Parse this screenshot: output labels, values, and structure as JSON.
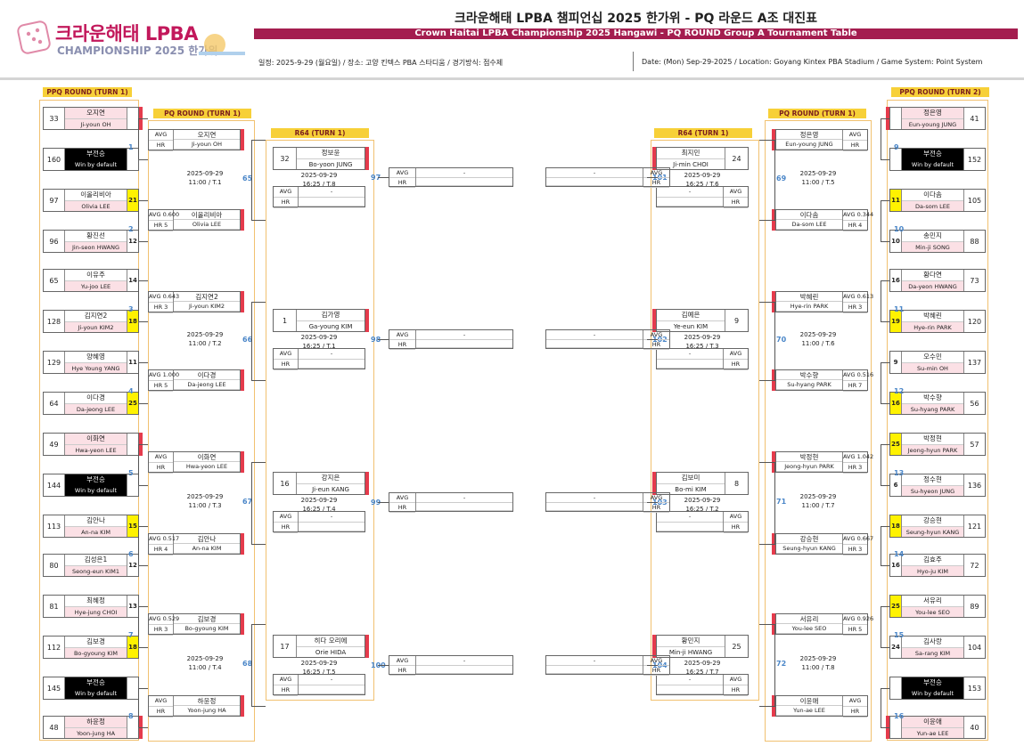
{
  "header": {
    "logo_ko": "크라운해태 LPBA",
    "logo_en": "CHAMPIONSHIP 2025 한가위",
    "title": "크라운해태 LPBA 챔피언십 2025 한가위 - PQ 라운드 A조 대진표",
    "subtitle": "Crown Haitai LPBA Championship 2025 Hangawi - PQ ROUND Group A Tournament Table",
    "info_ko": "일정: 2025-9-29 (월요일) / 장소: 고양 킨텍스 PBA 스타디움 / 경기방식: 점수제",
    "info_en": "Date: (Mon) Sep-29-2025 / Location: Goyang Kintex PBA Stadium / Game System: Point System"
  },
  "labels": {
    "ppq1": "PPQ ROUND (TURN 1)",
    "ppq2": "PPQ ROUND (TURN 2)",
    "pq": "PQ ROUND (TURN 1)",
    "r64": "R64 (TURN 1)",
    "avg": "AVG",
    "hr": "HR",
    "dash": "-"
  },
  "left": {
    "ppq": [
      {
        "seed": "33",
        "ko": "오지연",
        "en": "Ji-youn OH",
        "score": "",
        "style": "top"
      },
      {
        "seed": "160",
        "ko": "부전승",
        "en": "Win by default",
        "score": "",
        "style": "bye"
      },
      {
        "seed": "97",
        "ko": "이올리비아",
        "en": "Olivia LEE",
        "score": "21",
        "style": "win"
      },
      {
        "seed": "96",
        "ko": "황진선",
        "en": "Jin-seon HWANG",
        "score": "12",
        "style": ""
      },
      {
        "seed": "65",
        "ko": "이유주",
        "en": "Yu-joo LEE",
        "score": "14",
        "style": ""
      },
      {
        "seed": "128",
        "ko": "김지연2",
        "en": "Ji-youn KIM2",
        "score": "18",
        "style": "win"
      },
      {
        "seed": "129",
        "ko": "양혜영",
        "en": "Hye Young YANG",
        "score": "11",
        "style": ""
      },
      {
        "seed": "64",
        "ko": "이다경",
        "en": "Da-jeong LEE",
        "score": "25",
        "style": "win"
      },
      {
        "seed": "49",
        "ko": "이화연",
        "en": "Hwa-yeon LEE",
        "score": "",
        "style": "top"
      },
      {
        "seed": "144",
        "ko": "부전승",
        "en": "Win by default",
        "score": "",
        "style": "bye"
      },
      {
        "seed": "113",
        "ko": "김안나",
        "en": "An-na KIM",
        "score": "15",
        "style": "win"
      },
      {
        "seed": "80",
        "ko": "김성은1",
        "en": "Seong-eun KIM1",
        "score": "12",
        "style": ""
      },
      {
        "seed": "81",
        "ko": "최혜정",
        "en": "Hye-jung CHOI",
        "score": "13",
        "style": ""
      },
      {
        "seed": "112",
        "ko": "김보경",
        "en": "Bo-gyoung KIM",
        "score": "18",
        "style": "win"
      },
      {
        "seed": "145",
        "ko": "부전승",
        "en": "Win by default",
        "score": "",
        "style": "bye"
      },
      {
        "seed": "48",
        "ko": "하윤정",
        "en": "Yoon-jung HA",
        "score": "",
        "style": "top"
      }
    ],
    "ppq_nums": [
      "1",
      "2",
      "3",
      "4",
      "5",
      "6",
      "7",
      "8"
    ],
    "pq": [
      {
        "avg": "AVG",
        "hr": "HR",
        "ko": "오지연",
        "en": "Ji-youn OH"
      },
      {
        "avg": "AVG 0.600",
        "hr": "HR 5",
        "ko": "이올리비아",
        "en": "Olivia LEE"
      },
      {
        "avg": "AVG 0.643",
        "hr": "HR 3",
        "ko": "김지연2",
        "en": "Ji-youn KIM2"
      },
      {
        "avg": "AVG 1.000",
        "hr": "HR 5",
        "ko": "이다경",
        "en": "Da-jeong LEE"
      },
      {
        "avg": "AVG",
        "hr": "HR",
        "ko": "이화연",
        "en": "Hwa-yeon LEE"
      },
      {
        "avg": "AVG 0.517",
        "hr": "HR 4",
        "ko": "김안나",
        "en": "An-na KIM"
      },
      {
        "avg": "AVG 0.529",
        "hr": "HR 3",
        "ko": "김보경",
        "en": "Bo-gyoung KIM"
      },
      {
        "avg": "AVG",
        "hr": "HR",
        "ko": "하윤정",
        "en": "Yoon-jung HA"
      }
    ],
    "pq_sched": [
      {
        "num": "65",
        "date": "2025-09-29",
        "time": "11:00 / T.1"
      },
      {
        "num": "66",
        "date": "2025-09-29",
        "time": "11:00 / T.2"
      },
      {
        "num": "67",
        "date": "2025-09-29",
        "time": "11:00 / T.3"
      },
      {
        "num": "68",
        "date": "2025-09-29",
        "time": "11:00 / T.4"
      }
    ],
    "r64": [
      {
        "seed": "32",
        "ko": "정보윤",
        "en": "Bo-yoon JUNG",
        "num": "97",
        "date": "2025-09-29",
        "time": "16:25 / T.8"
      },
      {
        "seed": "1",
        "ko": "김가영",
        "en": "Ga-young KIM",
        "num": "98",
        "date": "2025-09-29",
        "time": "16:25 / T.1"
      },
      {
        "seed": "16",
        "ko": "강지은",
        "en": "Ji-eun KANG",
        "num": "99",
        "date": "2025-09-29",
        "time": "16:25 / T.4"
      },
      {
        "seed": "17",
        "ko": "히다 오리에",
        "en": "Orie HIDA",
        "num": "100",
        "date": "2025-09-29",
        "time": "16:25 / T.5"
      }
    ]
  },
  "right": {
    "ppq": [
      {
        "seed": "41",
        "ko": "정은영",
        "en": "Eun-young JUNG",
        "score": "",
        "style": "top"
      },
      {
        "seed": "152",
        "ko": "부전승",
        "en": "Win by default",
        "score": "",
        "style": "bye"
      },
      {
        "seed": "105",
        "ko": "이다솜",
        "en": "Da-som LEE",
        "score": "11",
        "style": "win"
      },
      {
        "seed": "88",
        "ko": "송민지",
        "en": "Min-ji SONG",
        "score": "10",
        "style": ""
      },
      {
        "seed": "73",
        "ko": "황다연",
        "en": "Da-yeon HWANG",
        "score": "16",
        "style": ""
      },
      {
        "seed": "120",
        "ko": "박혜린",
        "en": "Hye-rin PARK",
        "score": "19",
        "style": "win"
      },
      {
        "seed": "137",
        "ko": "오수민",
        "en": "Su-min OH",
        "score": "9",
        "style": ""
      },
      {
        "seed": "56",
        "ko": "박수향",
        "en": "Su-hyang PARK",
        "score": "16",
        "style": "win"
      },
      {
        "seed": "57",
        "ko": "박정현",
        "en": "Jeong-hyun PARK",
        "score": "25",
        "style": "win"
      },
      {
        "seed": "136",
        "ko": "정수현",
        "en": "Su-hyeon JUNG",
        "score": "6",
        "style": ""
      },
      {
        "seed": "121",
        "ko": "강승현",
        "en": "Seung-hyun KANG",
        "score": "18",
        "style": "win"
      },
      {
        "seed": "72",
        "ko": "김효주",
        "en": "Hyo-ju KIM",
        "score": "16",
        "style": ""
      },
      {
        "seed": "89",
        "ko": "서유리",
        "en": "You-lee SEO",
        "score": "25",
        "style": "win"
      },
      {
        "seed": "104",
        "ko": "김사랑",
        "en": "Sa-rang KIM",
        "score": "24",
        "style": ""
      },
      {
        "seed": "153",
        "ko": "부전승",
        "en": "Win by default",
        "score": "",
        "style": "bye"
      },
      {
        "seed": "40",
        "ko": "이윤애",
        "en": "Yun-ae LEE",
        "score": "",
        "style": "top"
      }
    ],
    "ppq_nums": [
      "9",
      "10",
      "11",
      "12",
      "13",
      "14",
      "15",
      "16"
    ],
    "pq": [
      {
        "avg": "AVG",
        "hr": "HR",
        "ko": "정은영",
        "en": "Eun-young JUNG"
      },
      {
        "avg": "AVG 0.344",
        "hr": "HR 4",
        "ko": "이다솜",
        "en": "Da-som LEE"
      },
      {
        "avg": "AVG 0.613",
        "hr": "HR 3",
        "ko": "박혜린",
        "en": "Hye-rin PARK"
      },
      {
        "avg": "AVG 0.516",
        "hr": "HR 7",
        "ko": "박수향",
        "en": "Su-hyang PARK"
      },
      {
        "avg": "AVG 1.042",
        "hr": "HR 3",
        "ko": "박정현",
        "en": "Jeong-hyun PARK"
      },
      {
        "avg": "AVG 0.667",
        "hr": "HR 3",
        "ko": "강승현",
        "en": "Seung-hyun KANG"
      },
      {
        "avg": "AVG 0.926",
        "hr": "HR 5",
        "ko": "서유리",
        "en": "You-lee SEO"
      },
      {
        "avg": "AVG",
        "hr": "HR",
        "ko": "이윤애",
        "en": "Yun-ae LEE"
      }
    ],
    "pq_sched": [
      {
        "num": "69",
        "date": "2025-09-29",
        "time": "11:00 / T.5"
      },
      {
        "num": "70",
        "date": "2025-09-29",
        "time": "11:00 / T.6"
      },
      {
        "num": "71",
        "date": "2025-09-29",
        "time": "11:00 / T.7"
      },
      {
        "num": "72",
        "date": "2025-09-29",
        "time": "11:00 / T.8"
      }
    ],
    "r64": [
      {
        "seed": "24",
        "ko": "최지민",
        "en": "Ji-min CHOI",
        "num": "101",
        "date": "2025-09-29",
        "time": "16:25 / T.6"
      },
      {
        "seed": "9",
        "ko": "김예은",
        "en": "Ye-eun KIM",
        "num": "102",
        "date": "2025-09-29",
        "time": "16:25 / T.3"
      },
      {
        "seed": "8",
        "ko": "김보미",
        "en": "Bo-mi KIM",
        "num": "103",
        "date": "2025-09-29",
        "time": "16:25 / T.2"
      },
      {
        "seed": "25",
        "ko": "황민지",
        "en": "Min-ji HWANG",
        "num": "104",
        "date": "2025-09-29",
        "time": "16:25 / T.7"
      }
    ]
  }
}
